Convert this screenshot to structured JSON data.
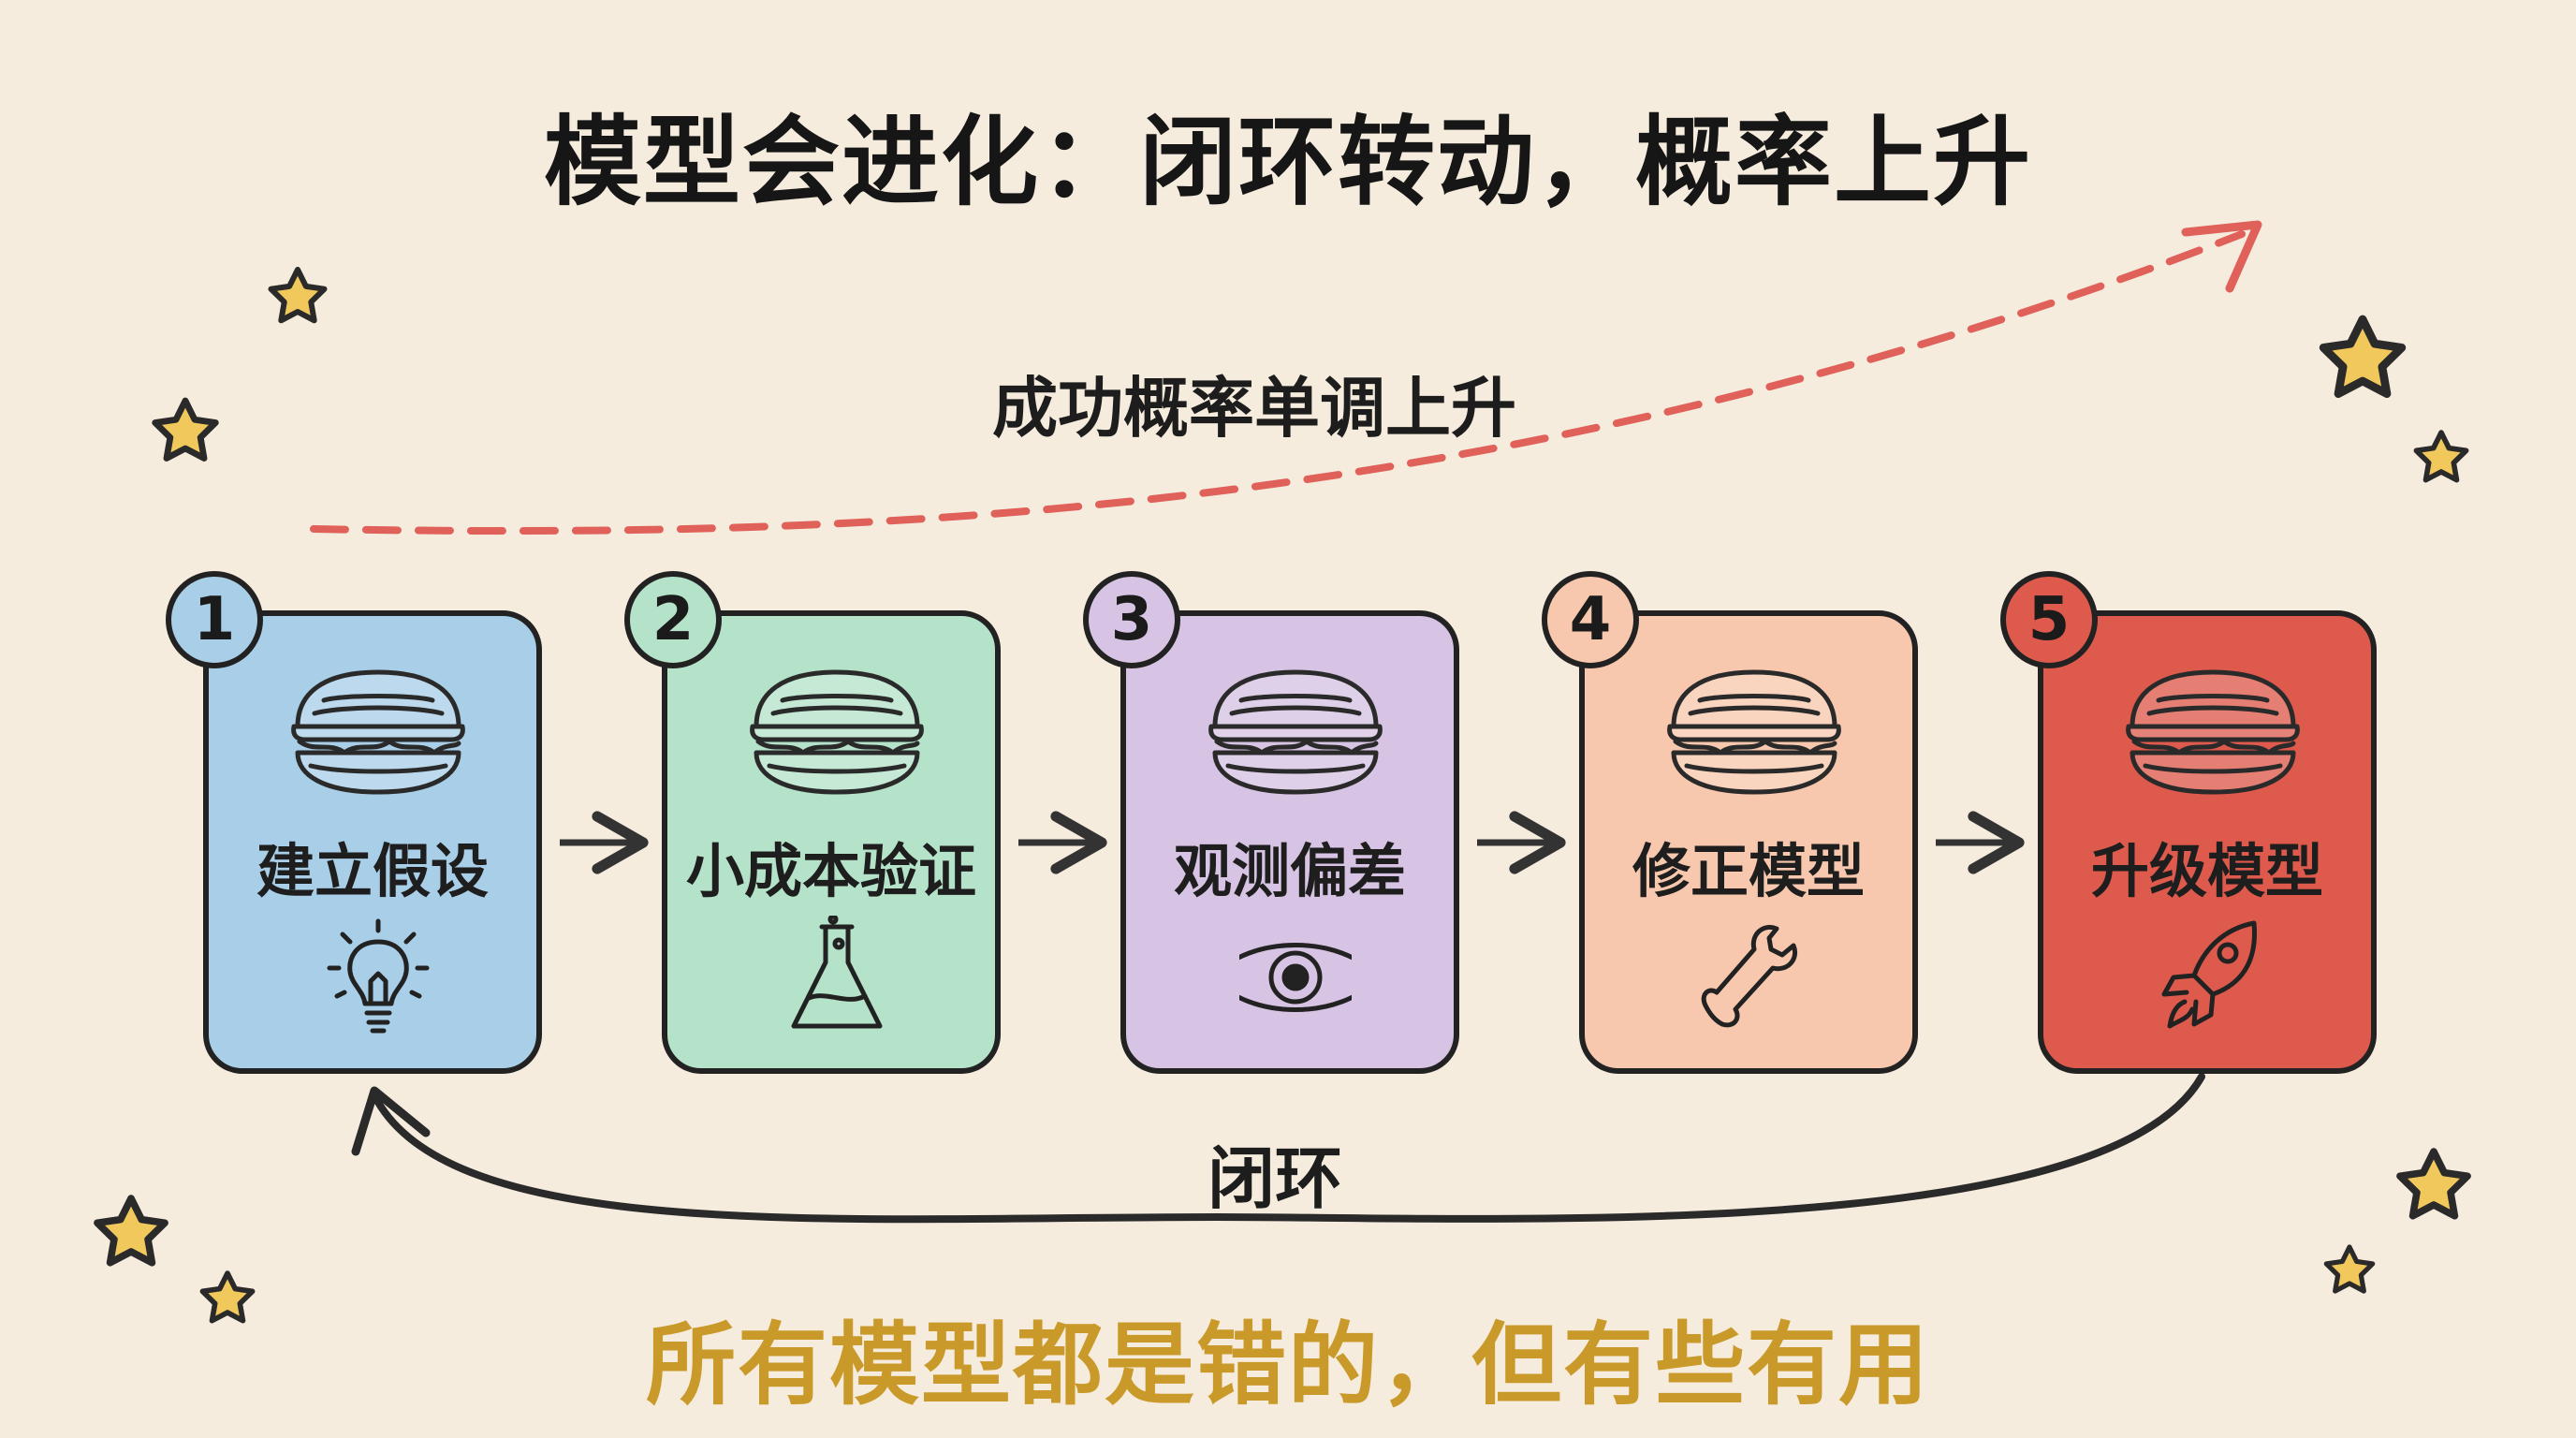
{
  "title": "模型会进化：闭环转动，概率上升",
  "trend_label": "成功概率单调上升",
  "loop_label": "闭环",
  "footer": "所有模型都是错的，但有些有用",
  "steps": [
    {
      "number": "1",
      "label": "建立假设",
      "icon": "lightbulb-icon",
      "color": "#a9cfe8"
    },
    {
      "number": "2",
      "label": "小成本验证",
      "icon": "flask-icon",
      "color": "#b5e3c9"
    },
    {
      "number": "3",
      "label": "观测偏差",
      "icon": "eye-icon",
      "color": "#d7c3e3"
    },
    {
      "number": "4",
      "label": "修正模型",
      "icon": "wrench-icon",
      "color": "#f8c8ae"
    },
    {
      "number": "5",
      "label": "升级模型",
      "icon": "rocket-icon",
      "color": "#de5a4c"
    }
  ],
  "colors": {
    "background": "#f6ecdd",
    "trend_arrow": "#e0605a",
    "footer_text": "#c9992a",
    "star": "#f0c85c"
  }
}
